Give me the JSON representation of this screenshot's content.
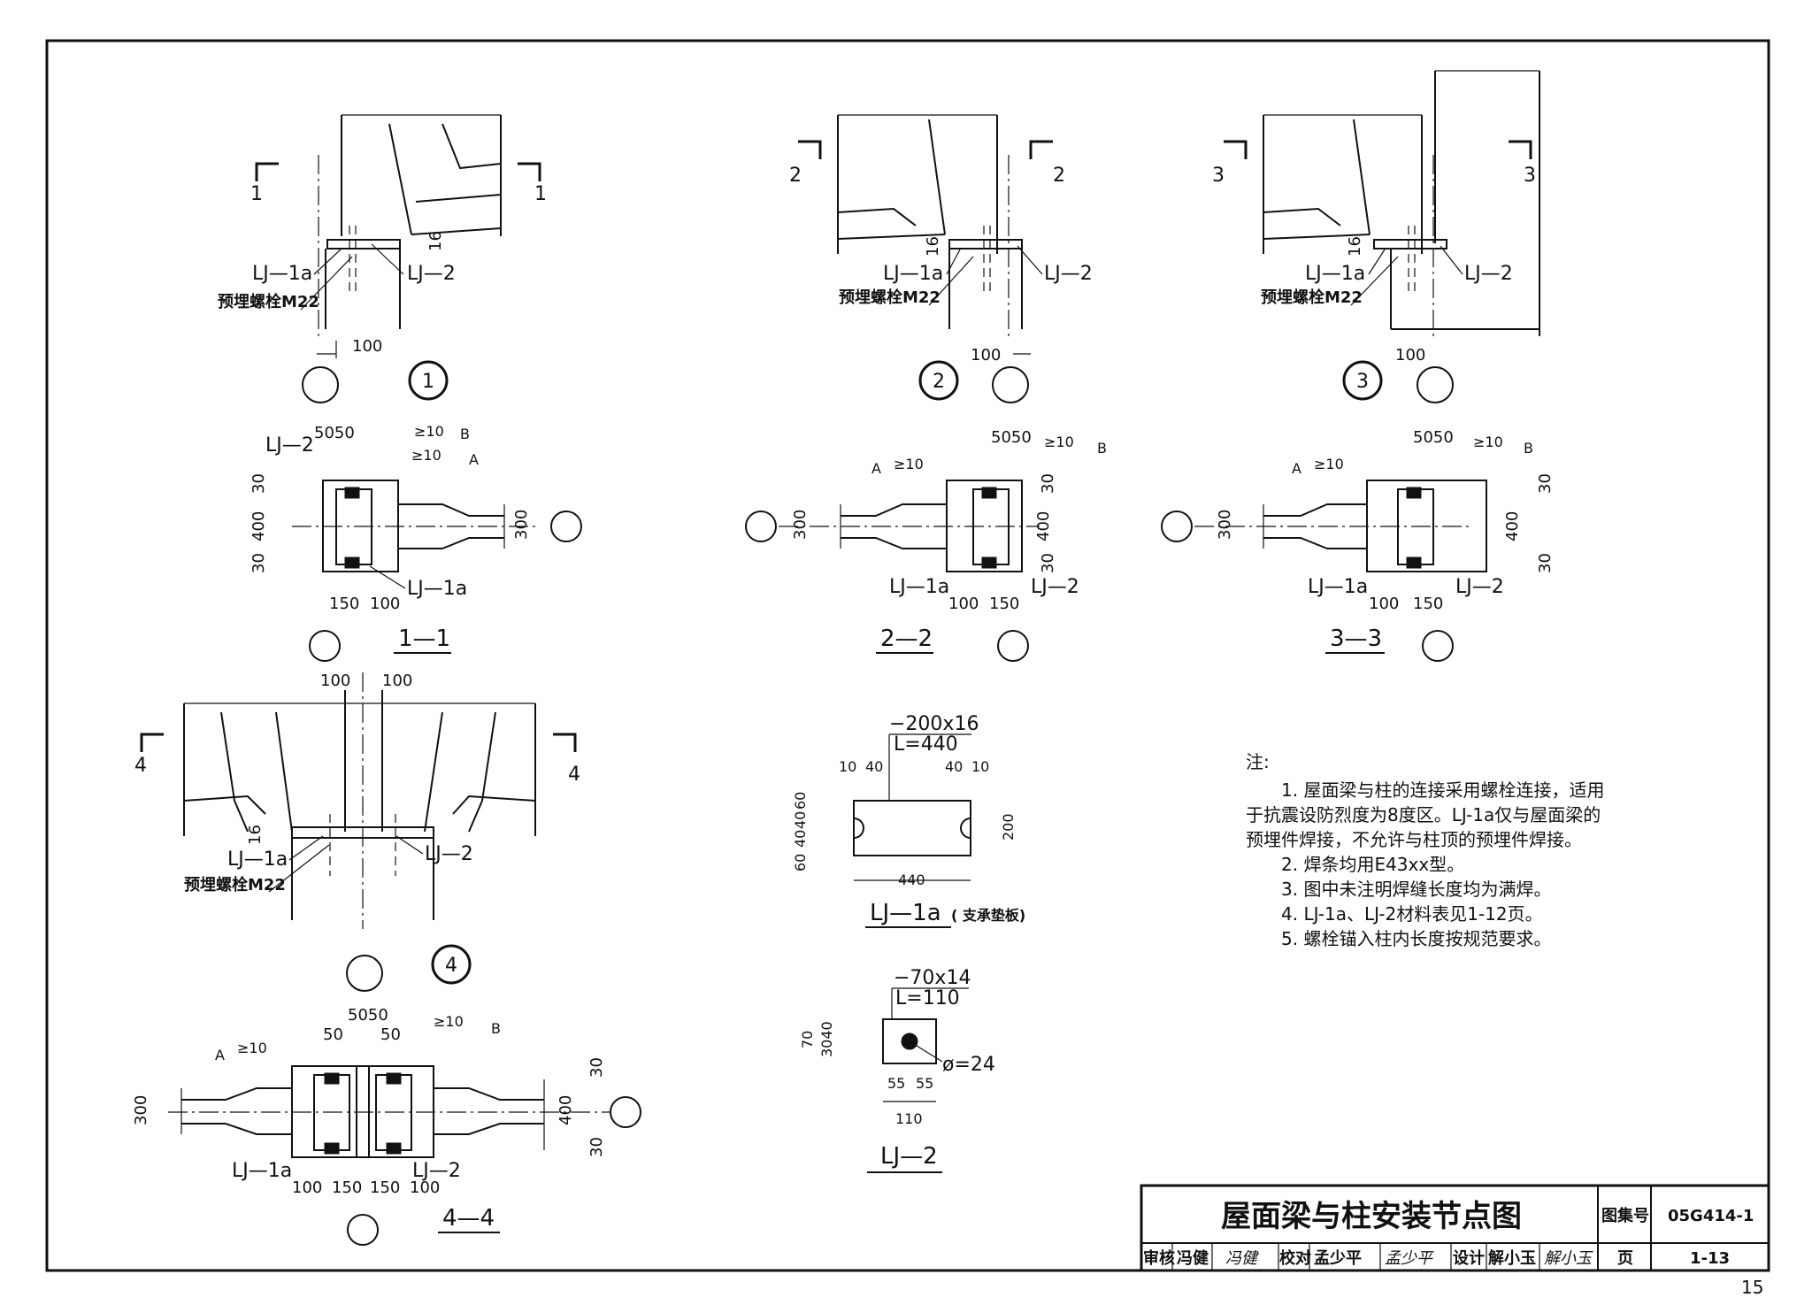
{
  "sections": {
    "s1": "1",
    "s2": "2",
    "s3": "3",
    "s4": "4",
    "v1": "1—1",
    "v2": "2—2",
    "v3": "3—3",
    "v4": "4—4"
  },
  "detail_numbers": {
    "d1": "1",
    "d2": "2",
    "d3": "3",
    "d4": "4"
  },
  "labels": {
    "lj1a": "LJ—1a",
    "lj2": "LJ—2",
    "bolt": "预埋螺栓M22",
    "lj1a_title": "LJ—1a",
    "lj1a_sub": "( 支承垫板)",
    "lj2_title": "LJ—2"
  },
  "weld": {
    "a": "≥10",
    "b": "≥10",
    "A": "A",
    "B": "B"
  },
  "dims": {
    "d100": "100",
    "d16": "16",
    "d50": "50",
    "d5050": "5050",
    "d30": "30",
    "d400": "400",
    "d300": "300",
    "d150": "150",
    "d60": "60",
    "d40": "40",
    "d200": "200",
    "d440": "440",
    "d10": "10",
    "d70": "70",
    "d3040": "3040",
    "d55": "55",
    "d110": "110"
  },
  "plates": {
    "lj1a_spec": "−200x16",
    "lj1a_len": "L=440",
    "lj2_spec": "−70x14",
    "lj2_len": "L=110",
    "hole": "ø=24"
  },
  "notes": {
    "title": "注:",
    "lines": [
      "1. 屋面梁与柱的连接采用螺栓连接，适用",
      "于抗震设防烈度为8度区。LJ-1a仅与屋面梁的",
      "预埋件焊接，不允许与柱顶的预埋件焊接。",
      "2. 焊条均用E43xx型。",
      "3. 图中未注明焊缝长度均为满焊。",
      "4. LJ-1a、LJ-2材料表见1-12页。",
      "5. 螺栓锚入柱内长度按规范要求。"
    ]
  },
  "title_block": {
    "title": "屋面梁与柱安装节点图",
    "atlas_label": "图集号",
    "atlas_no": "05G414-1",
    "review_label": "审核",
    "reviewer": "冯健",
    "reviewer_sign": "冯健",
    "check_label": "校对",
    "checker": "孟少平",
    "checker_sign": "孟少平",
    "design_label": "设计",
    "designer": "解小玉",
    "designer_sign": "解小玉",
    "page_label": "页",
    "page_no": "1-13"
  },
  "page_number": "15"
}
